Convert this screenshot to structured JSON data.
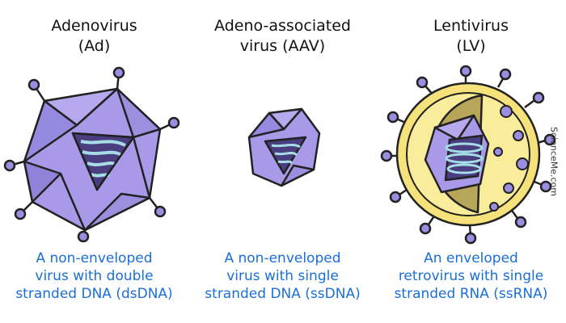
{
  "viruses": [
    {
      "title_line1": "Adenovirus",
      "title_line2": "(Ad)",
      "desc_line1": "A non-enveloped",
      "desc_line2": "virus with double",
      "desc_line3": "stranded DNA (dsDNA)"
    },
    {
      "title_line1": "Adeno-associated",
      "title_line2": "virus (AAV)",
      "desc_line1": "A non-enveloped",
      "desc_line2": "virus with single",
      "desc_line3": "stranded DNA (ssDNA)"
    },
    {
      "title_line1": "Lentivirus",
      "title_line2": "(LV)",
      "desc_line1": "An enveloped",
      "desc_line2": "retrovirus with single",
      "desc_line3": "stranded RNA (ssRNA)"
    }
  ],
  "watermark": "ScienceMe.com",
  "colors": {
    "capsid": "#a89ae8",
    "capsid_dark": "#8878d8",
    "nucleic_acid": "#a6dce6",
    "envelope": "#f6e27a",
    "envelope_inner": "#b7a55a",
    "spike": "#9b8de0",
    "description_text": "#1a6fd6"
  }
}
